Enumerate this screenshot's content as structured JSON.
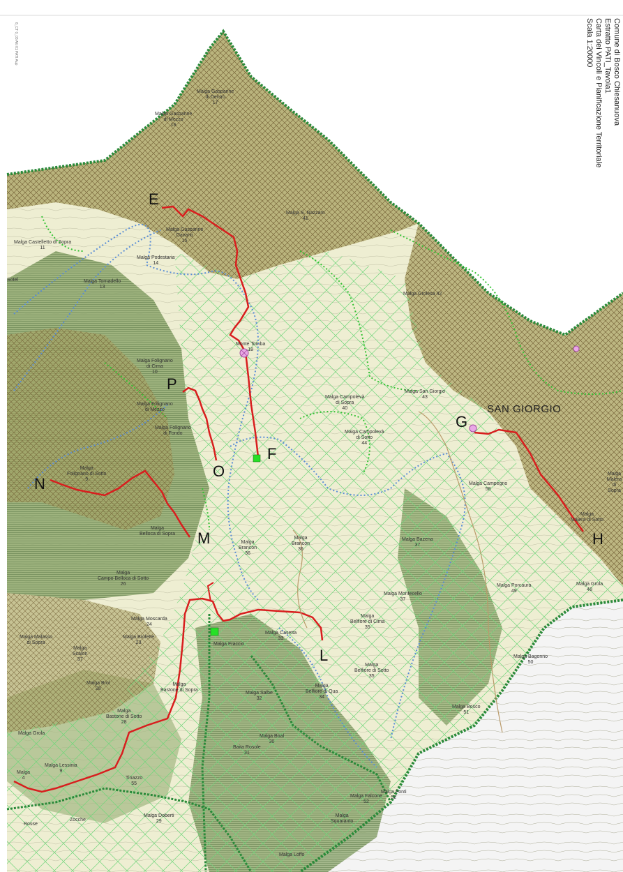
{
  "title_block": {
    "lines": [
      "Comune di Bosco Chiesanuova",
      "Estratto PATI_Tavola1",
      "Carta dei Vincoli e Pianificazione Territoriale",
      "Scala 1:20000"
    ]
  },
  "side_note": "8_CT 0_03 Alti 01 PATI Aup",
  "route_letters": [
    "E",
    "P",
    "O",
    "F",
    "G",
    "N",
    "M",
    "H",
    "L"
  ],
  "big_place": "SAN GIORGIO",
  "places": [
    "Malga Gasparine\ndi Dentro\n17",
    "Malga Gasparine\ndi Mezzo\n16",
    "Malga Gasparine\nDavanti\n15",
    "Malga Podestaria\n14",
    "Malga Tornadello\n13",
    "Malga Castelletto di Sopra\n11",
    "Malga S. Nazzaro\n41",
    "Monte Tomba\n18",
    "Malga Grolesa 42",
    "Malga Folignano\ndi Cima\n10",
    "Malga Folignano\ndi Mezzo",
    "Malga Campolevà\ndi Sopra\n40",
    "Malga San Giorgio\n43",
    "Malga Campolevà\ndi Sotto\n44",
    "Malga Folignano\ndi Fondo",
    "Malga\nFolignano di Sotto\n9",
    "Malga\nBelloca di Sopra",
    "Malga Campegno\n58",
    "Malga\nMalera di Sopra",
    "Malga\nMalera di Sotto",
    "Malga\nBrancon\n36",
    "Malga\nBrancon\n36",
    "Malga Bazena\n37",
    "Malga Porcaura\n49",
    "Malga Grola\n48",
    "Malga\nCampo Belloca di Sotto\n26",
    "Malga Moscarda\n24",
    "Malga Brolette\n23",
    "Malga Montecello\n37",
    "Malga\nBelfiore di Cima\n35",
    "Malga Casetta\n33",
    "Malga Fraccio",
    "Malga Bagonno\n50",
    "Malga Malasso\ndi Sopra",
    "Malga\nScalon\n37",
    "Malga\nBelfiore di Sotto\n35",
    "Malga Brol\n28",
    "Malga\nBastone di Sopra",
    "Malga Salbe\n32",
    "Malga\nBelfiore di Qua\n34",
    "Malga Bosco\n51",
    "Malga\nBastone di Sotto\n28",
    "Malga Grola",
    "Malga Boal\n30",
    "Baita Rosole\n31",
    "Malga Lessinia\n9",
    "Malga\n4",
    "Tinazzo\n55",
    "Malga Falcone\n52",
    "Malga Fonti\n52",
    "Malga\nSquaranto",
    "Malga Doberti\n29",
    "Zocche",
    "Rosse",
    "Malga Loffo",
    "Sotel"
  ],
  "colors": {
    "protected_fill": "#a8a060",
    "hatch": "#6e5a30",
    "park_border": "#2a8a3a",
    "route": "#d81e1e",
    "trail_blue": "#5b8ed6",
    "trail_green": "#33c233",
    "grid_green": "#5ccf6a",
    "meadow": "#eeeed2",
    "forest": "#7a9a60"
  },
  "icons": [
    "summit-marker-icon",
    "pink-point-icon",
    "green-square-icon"
  ]
}
